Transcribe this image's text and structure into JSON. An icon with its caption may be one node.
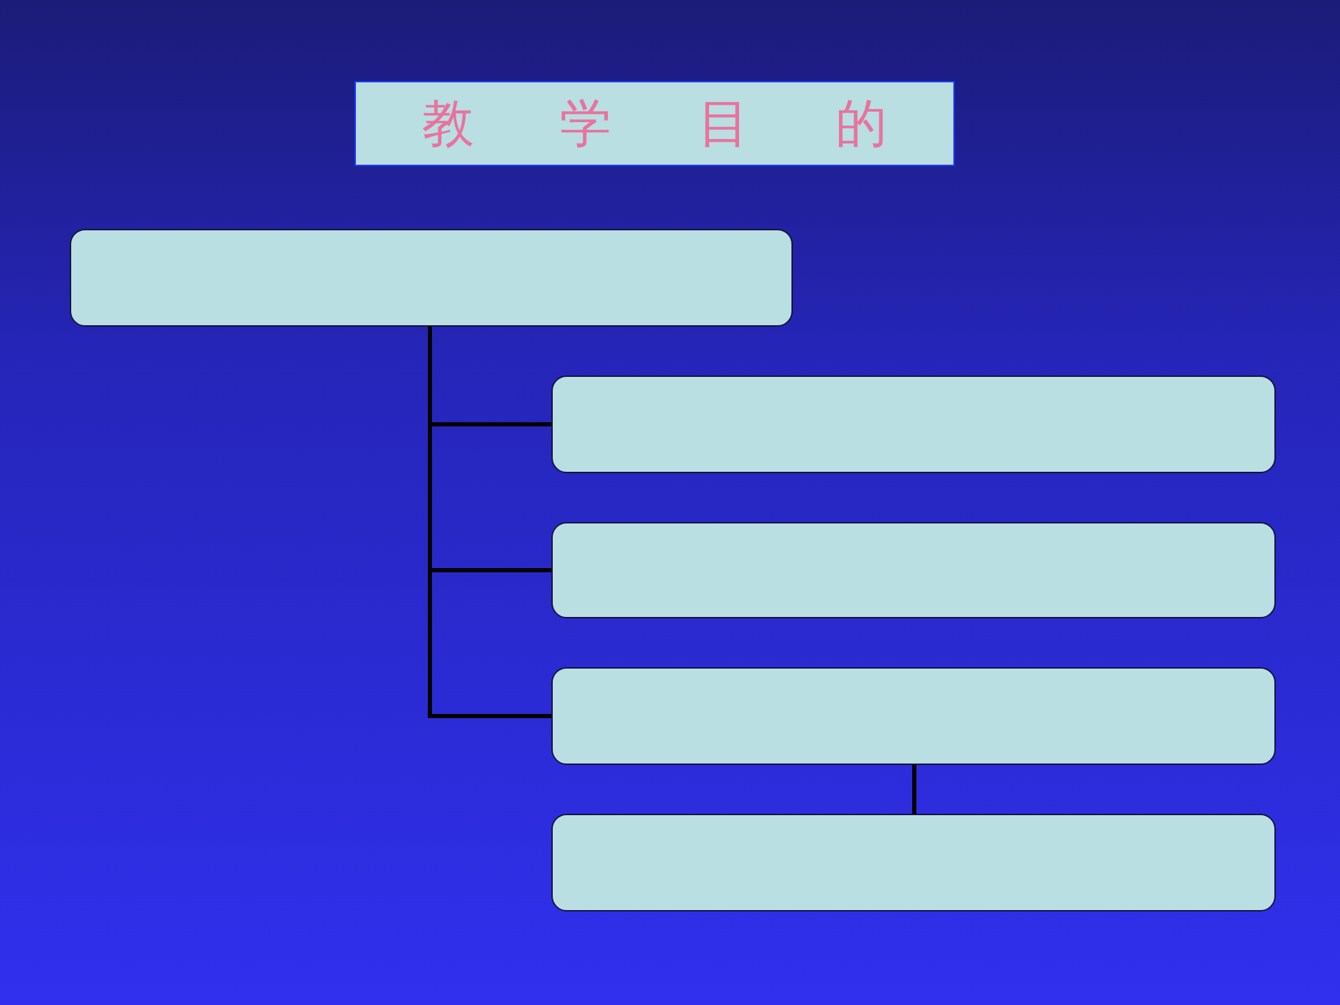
{
  "diagram": {
    "title": "教 学 目 的",
    "nodes": [
      {
        "text": [],
        "shape": "box"
      },
      {
        "text": [],
        "shape": "box"
      },
      {
        "text": [],
        "shape": "box"
      },
      {
        "text": [],
        "shape": "box"
      },
      {
        "text": [],
        "shape": "box"
      }
    ],
    "edges": [
      {
        "from": 0,
        "to": 1,
        "arrow": "none"
      },
      {
        "from": 0,
        "to": 2,
        "arrow": "none"
      },
      {
        "from": 0,
        "to": 3,
        "arrow": "none"
      },
      {
        "from": 3,
        "to": 4,
        "arrow": "none"
      }
    ]
  }
}
